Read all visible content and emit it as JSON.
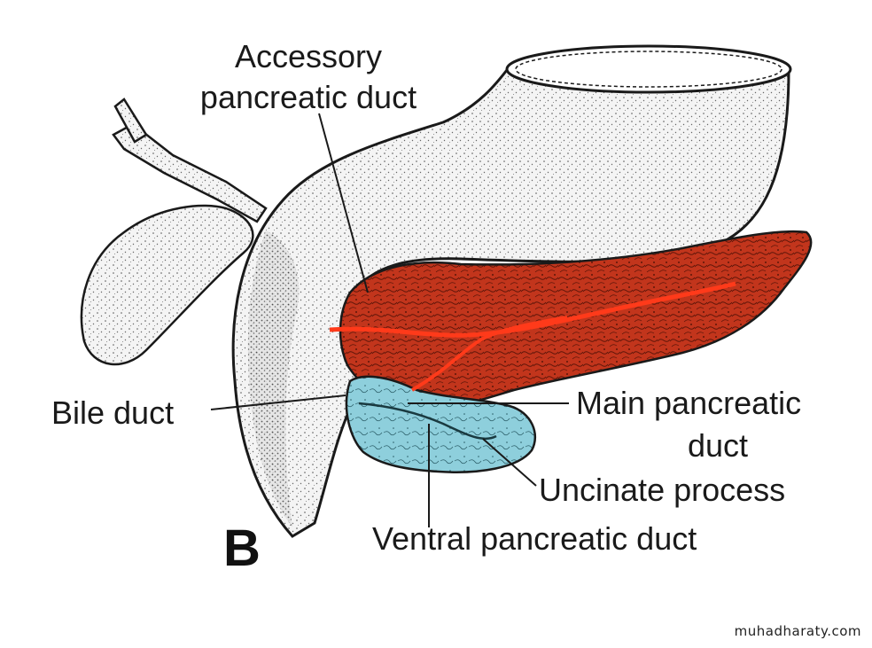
{
  "figure": {
    "panel_letter": "B",
    "labels": {
      "accessory_line1": "Accessory",
      "accessory_line2": "pancreatic duct",
      "bile_duct": "Bile duct",
      "main_line1": "Main pancreatic",
      "main_line2": "duct",
      "uncinate": "Uncinate process",
      "ventral": "Ventral pancreatic duct"
    },
    "colors": {
      "pancreas": "#c2351c",
      "uncinate": "#8ecfdc",
      "outline": "#1a1a1a",
      "duct": "#ff3a1a"
    }
  },
  "watermark": "muhadharaty.com"
}
